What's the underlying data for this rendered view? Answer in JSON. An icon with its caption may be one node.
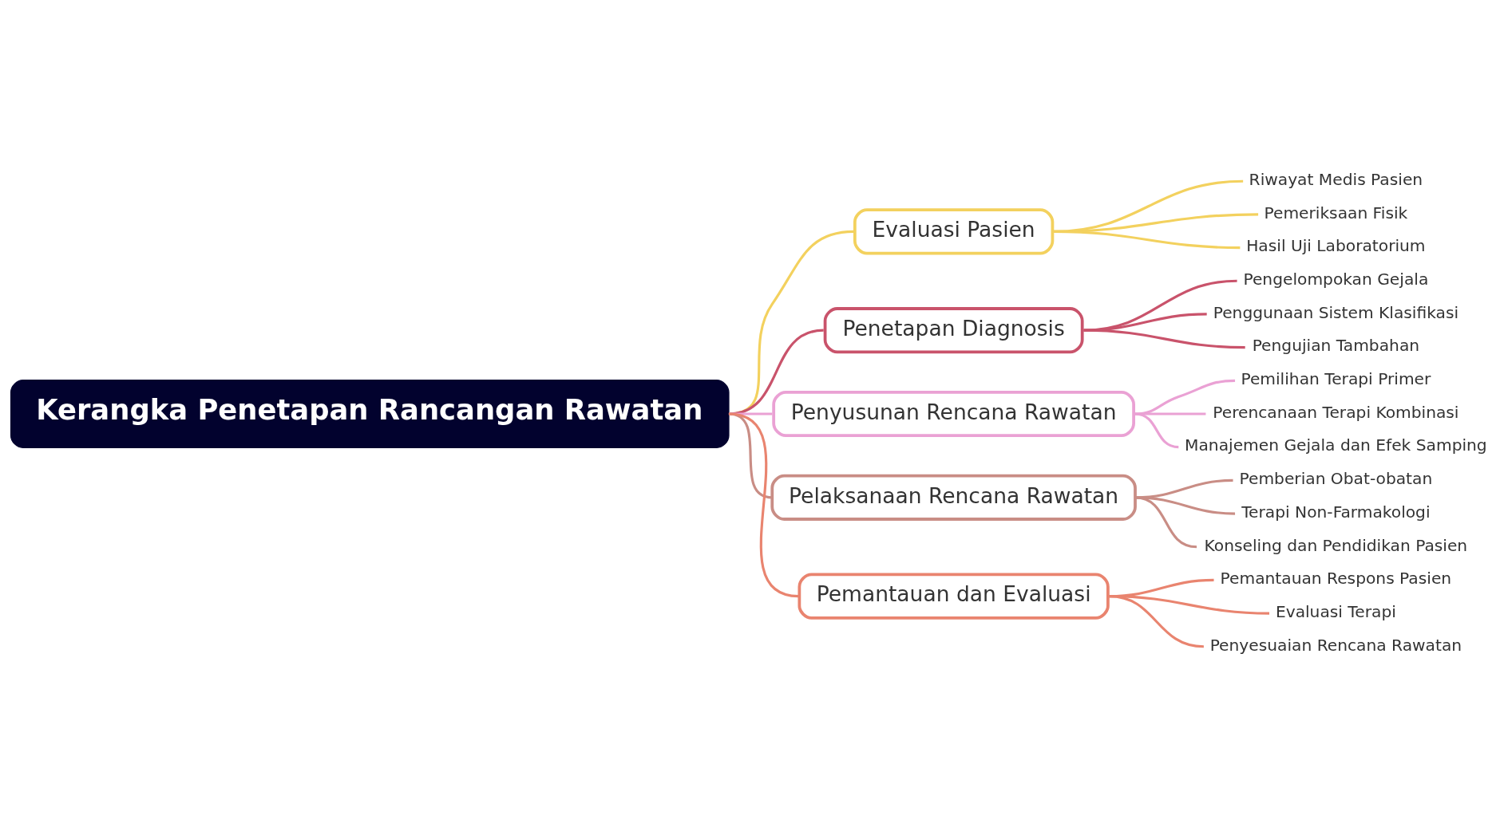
{
  "diagram": {
    "nodes": [
      {
        "text": [
          "Kerangka Penetapan Rancangan Rawatan"
        ]
      },
      {
        "text": [
          "Evaluasi Pasien"
        ]
      },
      {
        "text": [
          "Riwayat Medis Pasien"
        ]
      },
      {
        "text": [
          "Pemeriksaan Fisik"
        ]
      },
      {
        "text": [
          "Hasil Uji Laboratorium"
        ]
      },
      {
        "text": [
          "Penetapan Diagnosis"
        ]
      },
      {
        "text": [
          "Pengelompokan Gejala"
        ]
      },
      {
        "text": [
          "Penggunaan Sistem Klasifikasi"
        ]
      },
      {
        "text": [
          "Pengujian Tambahan"
        ]
      },
      {
        "text": [
          "Penyusunan Rencana Rawatan"
        ]
      },
      {
        "text": [
          "Pemilihan Terapi Primer"
        ]
      },
      {
        "text": [
          "Perencanaan Terapi Kombinasi"
        ]
      },
      {
        "text": [
          "Manajemen Gejala dan Efek Samping"
        ]
      },
      {
        "text": [
          "Pelaksanaan Rencana Rawatan"
        ]
      },
      {
        "text": [
          "Pemberian Obat-obatan"
        ]
      },
      {
        "text": [
          "Terapi Non-Farmakologi"
        ]
      },
      {
        "text": [
          "Konseling dan Pendidikan Pasien"
        ]
      },
      {
        "text": [
          "Pemantauan dan Evaluasi"
        ]
      },
      {
        "text": [
          "Pemantauan Respons Pasien"
        ]
      },
      {
        "text": [
          "Evaluasi Terapi"
        ]
      },
      {
        "text": [
          "Penyesuaian Rencana Rawatan"
        ]
      }
    ],
    "edges": [
      {
        "from": 0,
        "to": 1,
        "arrow": "none",
        "color": "#f3d15e"
      },
      {
        "from": 1,
        "to": 2,
        "arrow": "none",
        "color": "#f3d15e"
      },
      {
        "from": 1,
        "to": 3,
        "arrow": "none",
        "color": "#f3d15e"
      },
      {
        "from": 1,
        "to": 4,
        "arrow": "none",
        "color": "#f3d15e"
      },
      {
        "from": 0,
        "to": 5,
        "arrow": "none",
        "color": "#c9536b"
      },
      {
        "from": 5,
        "to": 6,
        "arrow": "none",
        "color": "#c9536b"
      },
      {
        "from": 5,
        "to": 7,
        "arrow": "none",
        "color": "#c9536b"
      },
      {
        "from": 5,
        "to": 8,
        "arrow": "none",
        "color": "#c9536b"
      },
      {
        "from": 0,
        "to": 9,
        "arrow": "none",
        "color": "#eaa1d4"
      },
      {
        "from": 9,
        "to": 10,
        "arrow": "none",
        "color": "#eaa1d4"
      },
      {
        "from": 9,
        "to": 11,
        "arrow": "none",
        "color": "#eaa1d4"
      },
      {
        "from": 9,
        "to": 12,
        "arrow": "none",
        "color": "#eaa1d4"
      },
      {
        "from": 0,
        "to": 13,
        "arrow": "none",
        "color": "#c98d85"
      },
      {
        "from": 13,
        "to": 14,
        "arrow": "none",
        "color": "#c98d85"
      },
      {
        "from": 13,
        "to": 15,
        "arrow": "none",
        "color": "#c98d85"
      },
      {
        "from": 13,
        "to": 16,
        "arrow": "none",
        "color": "#c98d85"
      },
      {
        "from": 0,
        "to": 17,
        "arrow": "none",
        "color": "#e9846f"
      },
      {
        "from": 17,
        "to": 18,
        "arrow": "none",
        "color": "#e9846f"
      },
      {
        "from": 17,
        "to": 19,
        "arrow": "none",
        "color": "#e9846f"
      },
      {
        "from": 17,
        "to": 20,
        "arrow": "none",
        "color": "#e9846f"
      }
    ]
  }
}
